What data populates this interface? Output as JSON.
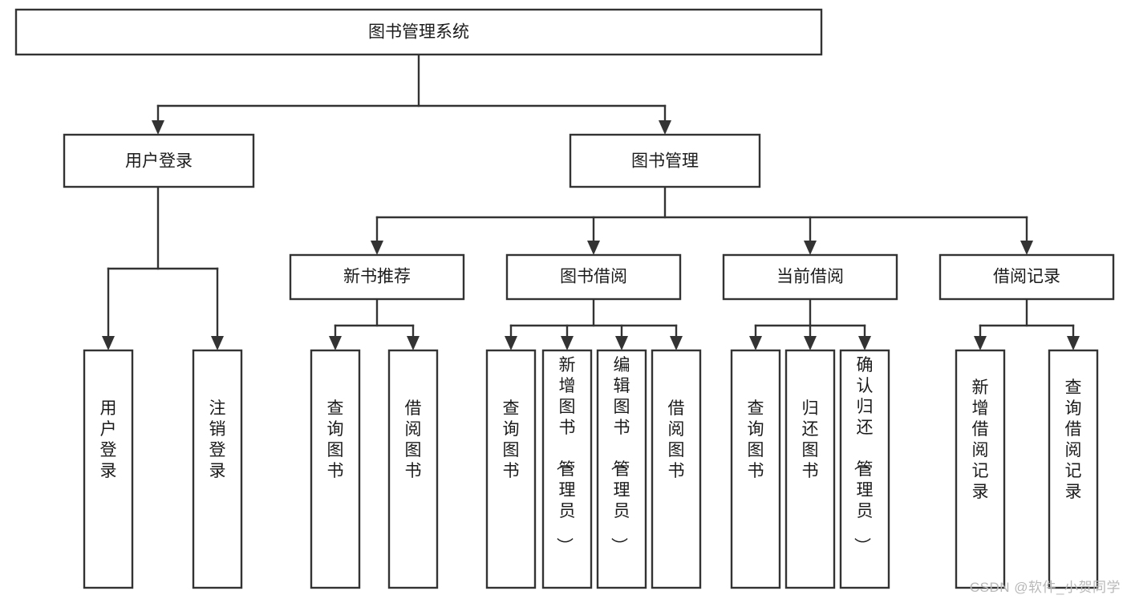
{
  "diagram": {
    "type": "tree-hierarchy-chart",
    "title": "图书管理系统",
    "orientation": "top-down",
    "colors": {
      "box_fill": "#ffffff",
      "box_stroke": "#333333",
      "text": "#1b1b1b",
      "background": "#ffffff",
      "watermark": "#b8b8b8"
    },
    "levels": {
      "level1": [
        {
          "id": "root",
          "label": "图书管理系统",
          "orientation": "horizontal"
        }
      ],
      "level2": [
        {
          "id": "user-login",
          "label": "用户登录",
          "orientation": "horizontal",
          "parent": "root"
        },
        {
          "id": "book-manage",
          "label": "图书管理",
          "orientation": "horizontal",
          "parent": "root"
        }
      ],
      "level3": [
        {
          "id": "new-book-recommend",
          "label": "新书推荐",
          "orientation": "horizontal",
          "parent": "book-manage"
        },
        {
          "id": "book-borrow",
          "label": "图书借阅",
          "orientation": "horizontal",
          "parent": "book-manage"
        },
        {
          "id": "current-borrow",
          "label": "当前借阅",
          "orientation": "horizontal",
          "parent": "book-manage"
        },
        {
          "id": "borrow-record",
          "label": "借阅记录",
          "orientation": "horizontal",
          "parent": "book-manage"
        }
      ],
      "level4": [
        {
          "id": "leaf-user-login",
          "label": "用户登录",
          "orientation": "vertical",
          "parent": "user-login"
        },
        {
          "id": "leaf-user-logout",
          "label": "注销登录",
          "orientation": "vertical",
          "parent": "user-login"
        },
        {
          "id": "leaf-query-book-1",
          "label": "查询图书",
          "orientation": "vertical",
          "parent": "new-book-recommend"
        },
        {
          "id": "leaf-borrow-book-1",
          "label": "借阅图书",
          "orientation": "vertical",
          "parent": "new-book-recommend"
        },
        {
          "id": "leaf-query-book-2",
          "label": "查询图书",
          "orientation": "vertical",
          "parent": "book-borrow"
        },
        {
          "id": "leaf-add-book",
          "label": "新增图书（管理员）",
          "orientation": "vertical",
          "parent": "book-borrow"
        },
        {
          "id": "leaf-edit-book",
          "label": "编辑图书（管理员）",
          "orientation": "vertical",
          "parent": "book-borrow"
        },
        {
          "id": "leaf-borrow-book-2",
          "label": "借阅图书",
          "orientation": "vertical",
          "parent": "book-borrow"
        },
        {
          "id": "leaf-query-book-3",
          "label": "查询图书",
          "orientation": "vertical",
          "parent": "current-borrow"
        },
        {
          "id": "leaf-return-book",
          "label": "归还图书",
          "orientation": "vertical",
          "parent": "current-borrow"
        },
        {
          "id": "leaf-confirm-return",
          "label": "确认归还（管理员）",
          "orientation": "vertical",
          "parent": "current-borrow"
        },
        {
          "id": "leaf-add-record",
          "label": "新增借阅记录",
          "orientation": "vertical",
          "parent": "borrow-record"
        },
        {
          "id": "leaf-query-record",
          "label": "查询借阅记录",
          "orientation": "vertical",
          "parent": "borrow-record"
        }
      ]
    }
  },
  "watermark": {
    "text": "CSDN @软件_小贺同学"
  }
}
